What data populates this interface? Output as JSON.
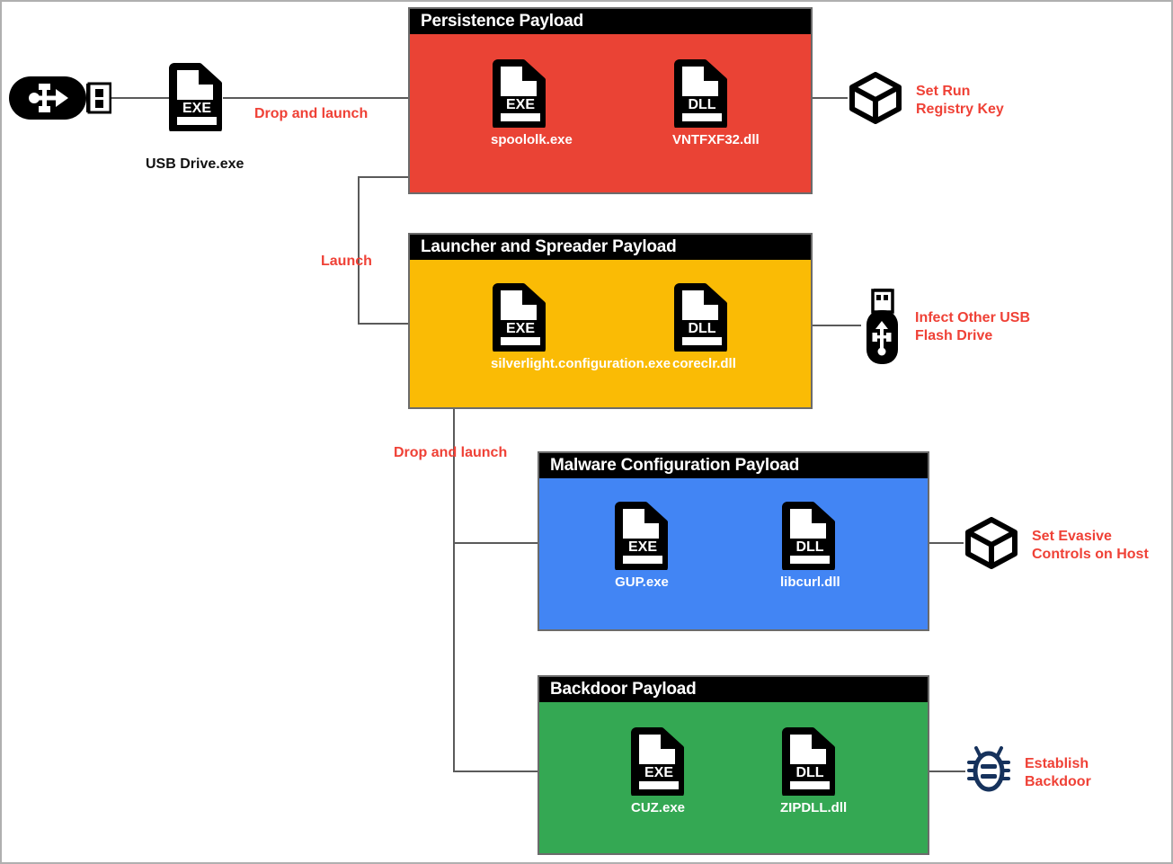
{
  "diagram": {
    "title": "USB malware multi-payload execution chain",
    "background": "#ffffff",
    "border_color": "#b0b0b0",
    "accent_red_text": "#ef4136",
    "line_color": "#5a5a5a"
  },
  "source": {
    "usb_icon_name": "usb-drive-icon",
    "file_icon_type": "EXE",
    "label": "USB Drive.exe"
  },
  "edges": [
    {
      "name": "drop-and-launch-to-persistence",
      "label": "Drop and launch"
    },
    {
      "name": "launch-to-launcher",
      "label": "Launch"
    },
    {
      "name": "drop-and-launch-to-payloads",
      "label": "Drop and launch"
    }
  ],
  "payloads": [
    {
      "id": "persistence",
      "title": "Persistence Payload",
      "color": "#ea4335",
      "header_color": "#000000",
      "label_color": "#ffffff",
      "files": [
        {
          "type": "EXE",
          "name": "spoololk.exe"
        },
        {
          "type": "DLL",
          "name": "VNTFXF32.dll"
        }
      ],
      "outcome": {
        "icon": "cube-icon",
        "label": "Set Run\nRegistry Key",
        "color": "#ef4136"
      }
    },
    {
      "id": "launcher-spreader",
      "title": "Launcher and Spreader Payload",
      "color": "#fabb05",
      "header_color": "#000000",
      "label_color": "#ffffff",
      "files": [
        {
          "type": "EXE",
          "name": "silverlight.configuration.exe"
        },
        {
          "type": "DLL",
          "name": "coreclr.dll"
        }
      ],
      "outcome": {
        "icon": "usb-flash-drive-icon",
        "label": "Infect Other USB\nFlash Drive",
        "color": "#ef4136"
      }
    },
    {
      "id": "malware-configuration",
      "title": "Malware Configuration Payload",
      "color": "#4285f4",
      "header_color": "#000000",
      "label_color": "#ffffff",
      "files": [
        {
          "type": "EXE",
          "name": "GUP.exe"
        },
        {
          "type": "DLL",
          "name": "libcurl.dll"
        }
      ],
      "outcome": {
        "icon": "cube-icon",
        "label": "Set Evasive\nControls on Host",
        "color": "#ef4136"
      }
    },
    {
      "id": "backdoor",
      "title": "Backdoor Payload",
      "color": "#34a853",
      "header_color": "#000000",
      "label_color": "#ffffff",
      "files": [
        {
          "type": "EXE",
          "name": "CUZ.exe"
        },
        {
          "type": "DLL",
          "name": "ZIPDLL.dll"
        }
      ],
      "outcome": {
        "icon": "bug-icon",
        "label": "Establish\nBackdoor",
        "color": "#ef4136"
      }
    }
  ]
}
